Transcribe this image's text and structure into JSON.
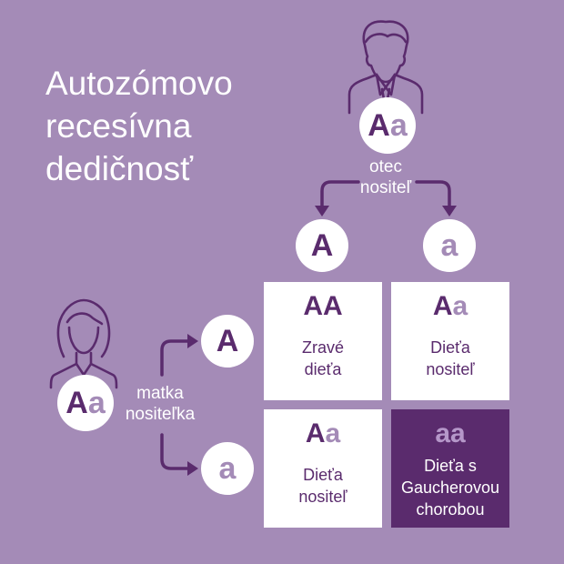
{
  "title": {
    "line1": "Autozómovo",
    "line2": "recesívna",
    "line3": "dedičnosť"
  },
  "father": {
    "genotype_dominant": "A",
    "genotype_recessive": "a",
    "label_line1": "otec",
    "label_line2": "nositeľ"
  },
  "mother": {
    "genotype_dominant": "A",
    "genotype_recessive": "a",
    "label_line1": "matka",
    "label_line2": "nositeľka"
  },
  "father_alleles": {
    "dominant": "A",
    "recessive": "a"
  },
  "mother_alleles": {
    "dominant": "A",
    "recessive": "a"
  },
  "grid": {
    "top_left": {
      "genotype_1": "A",
      "genotype_2": "A",
      "desc_line1": "Zravé",
      "desc_line2": "dieťa"
    },
    "top_right": {
      "genotype_1": "A",
      "genotype_2": "a",
      "desc_line1": "Dieťa",
      "desc_line2": "nositeľ"
    },
    "bottom_left": {
      "genotype_1": "A",
      "genotype_2": "a",
      "desc_line1": "Dieťa",
      "desc_line2": "nositeľ"
    },
    "bottom_right": {
      "genotype_1": "a",
      "genotype_2": "a",
      "desc_line1": "Dieťa s",
      "desc_line2": "Gaucherovou",
      "desc_line3": "chorobou"
    }
  },
  "colors": {
    "background": "#a48bb7",
    "dominant_purple": "#5a2b6d",
    "recessive_lilac": "#a48bb7",
    "white": "#ffffff"
  },
  "icons": [
    "father-figure-icon",
    "mother-figure-icon",
    "arrow-icon"
  ]
}
